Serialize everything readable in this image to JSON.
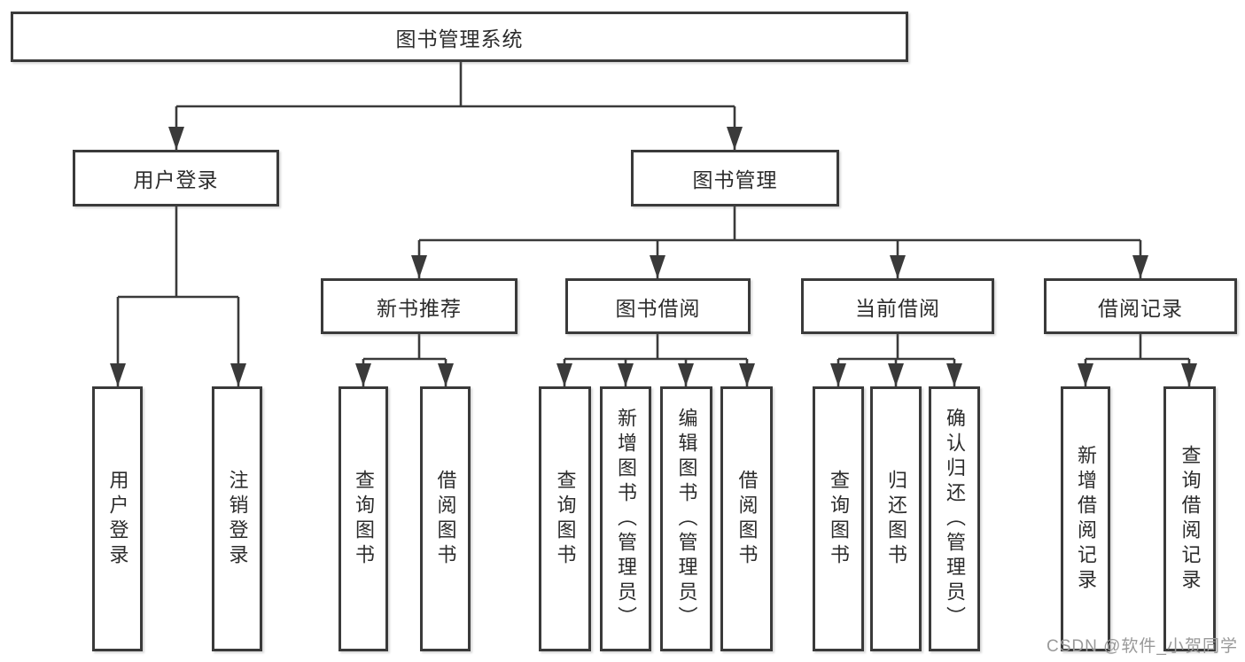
{
  "diagram": {
    "title": "图书管理系统",
    "level2": [
      "用户登录",
      "图书管理"
    ],
    "level3": [
      "新书推荐",
      "图书借阅",
      "当前借阅",
      "借阅记录"
    ],
    "leaves": {
      "user_login": [
        "用户登录",
        "注销登录"
      ],
      "new_book_recommend": [
        "查询图书",
        "借阅图书"
      ],
      "book_borrow": [
        "查询图书",
        "新增图书（管理员）",
        "编辑图书（管理员）",
        "借阅图书"
      ],
      "current_borrow": [
        "查询图书",
        "归还图书",
        "确认归还（管理员）"
      ],
      "borrow_records": [
        "新增借阅记录",
        "查询借阅记录"
      ]
    }
  },
  "watermark": "CSDN @软件_小贺同学",
  "colors": {
    "line": "#3a3a3a",
    "text": "#2c2c2c",
    "watermark": "#999999",
    "background": "#ffffff"
  }
}
